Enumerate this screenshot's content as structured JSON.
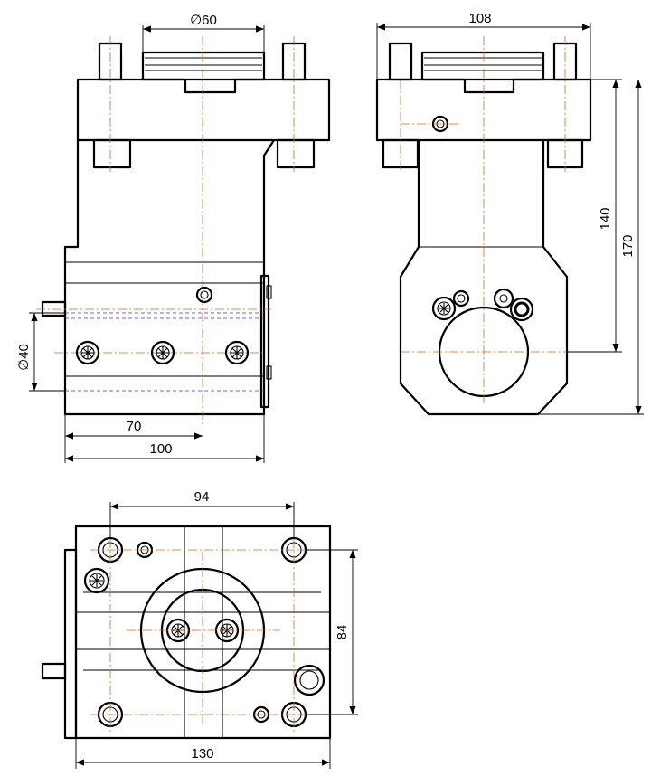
{
  "drawing": {
    "front_view": {
      "dim_top_diameter": "∅60",
      "dim_shank_diameter": "∅40",
      "dim_width_70": "70",
      "dim_width_100": "100"
    },
    "side_view": {
      "dim_top_width": "108",
      "dim_height_140": "140",
      "dim_height_170": "170"
    },
    "top_view": {
      "dim_hole_spacing": "94",
      "dim_height_84": "84",
      "dim_width_130": "130"
    }
  }
}
